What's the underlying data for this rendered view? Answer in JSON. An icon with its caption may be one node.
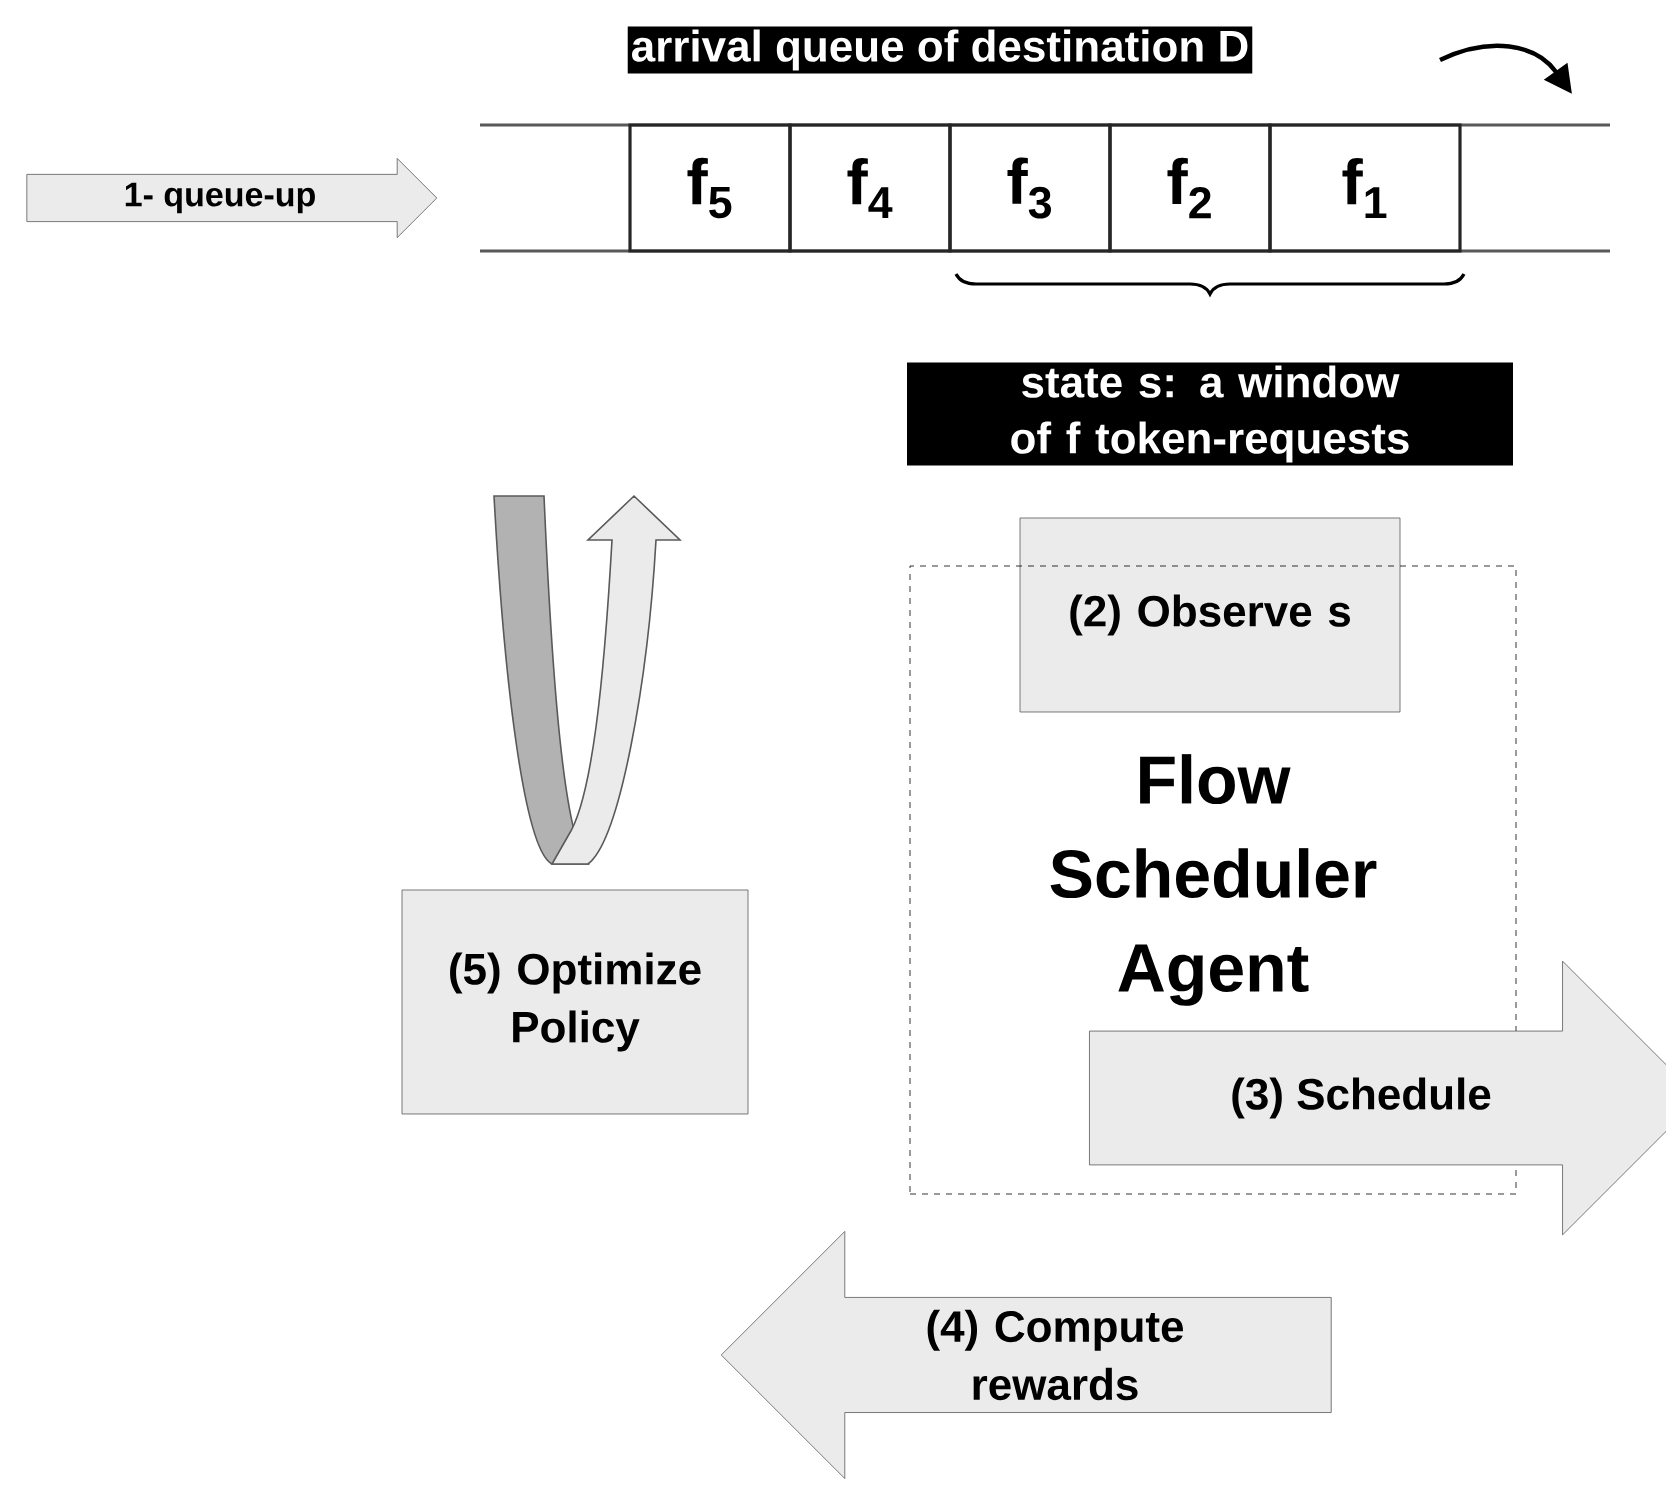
{
  "diagram": {
    "nodes": [
      {
        "text": [
          "1- queue-up"
        ]
      },
      {
        "text": [
          "f$_{5}$"
        ]
      },
      {
        "text": [
          "f$_{4}$"
        ]
      },
      {
        "text": [
          "f$_{3}$"
        ]
      },
      {
        "text": [
          "f$_{2}$"
        ]
      },
      {
        "text": [
          "f$_{1}$"
        ]
      },
      {
        "text": [
          "(2) Observe s"
        ]
      },
      {
        "text": [
          "Flow Scheduler Agent"
        ]
      },
      {
        "text": [
          "(3) Schedule"
        ]
      },
      {
        "text": [
          "(4) Compute rewards"
        ]
      },
      {
        "text": [
          "(5) Optimize Policy"
        ]
      }
    ],
    "labels": [
      "arrival queue of destination D",
      "state s: a window of f token-requests"
    ]
  }
}
